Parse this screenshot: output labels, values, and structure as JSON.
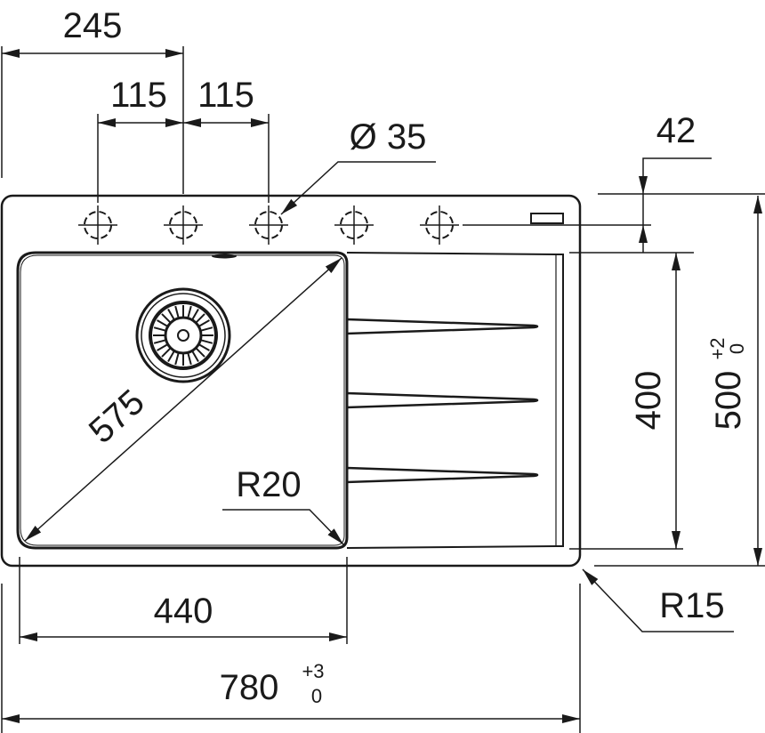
{
  "drawing": {
    "title": "Sink dimensions drawing",
    "units": "mm",
    "colors": {
      "ink": "#1a1a1a",
      "background": "#ffffff"
    }
  },
  "dimensions": {
    "offset_to_middle_hole": "245",
    "hole_spacing_left": "115",
    "hole_spacing_right": "115",
    "tap_hole_diameter": "Ø 35",
    "hole_row_offset": "42",
    "bowl_depth": "400",
    "overall_depth": "500",
    "overall_depth_tol_upper": "+2",
    "overall_depth_tol_lower": "0",
    "bowl_diagonal": "575",
    "bowl_corner_radius": "R20",
    "bowl_width": "440",
    "overall_width": "780",
    "overall_width_tol_upper": "+3",
    "overall_width_tol_lower": "0",
    "outer_corner_radius": "R15"
  },
  "features": {
    "tap_holes_count": 5,
    "drainer_ribs_count": 3
  }
}
